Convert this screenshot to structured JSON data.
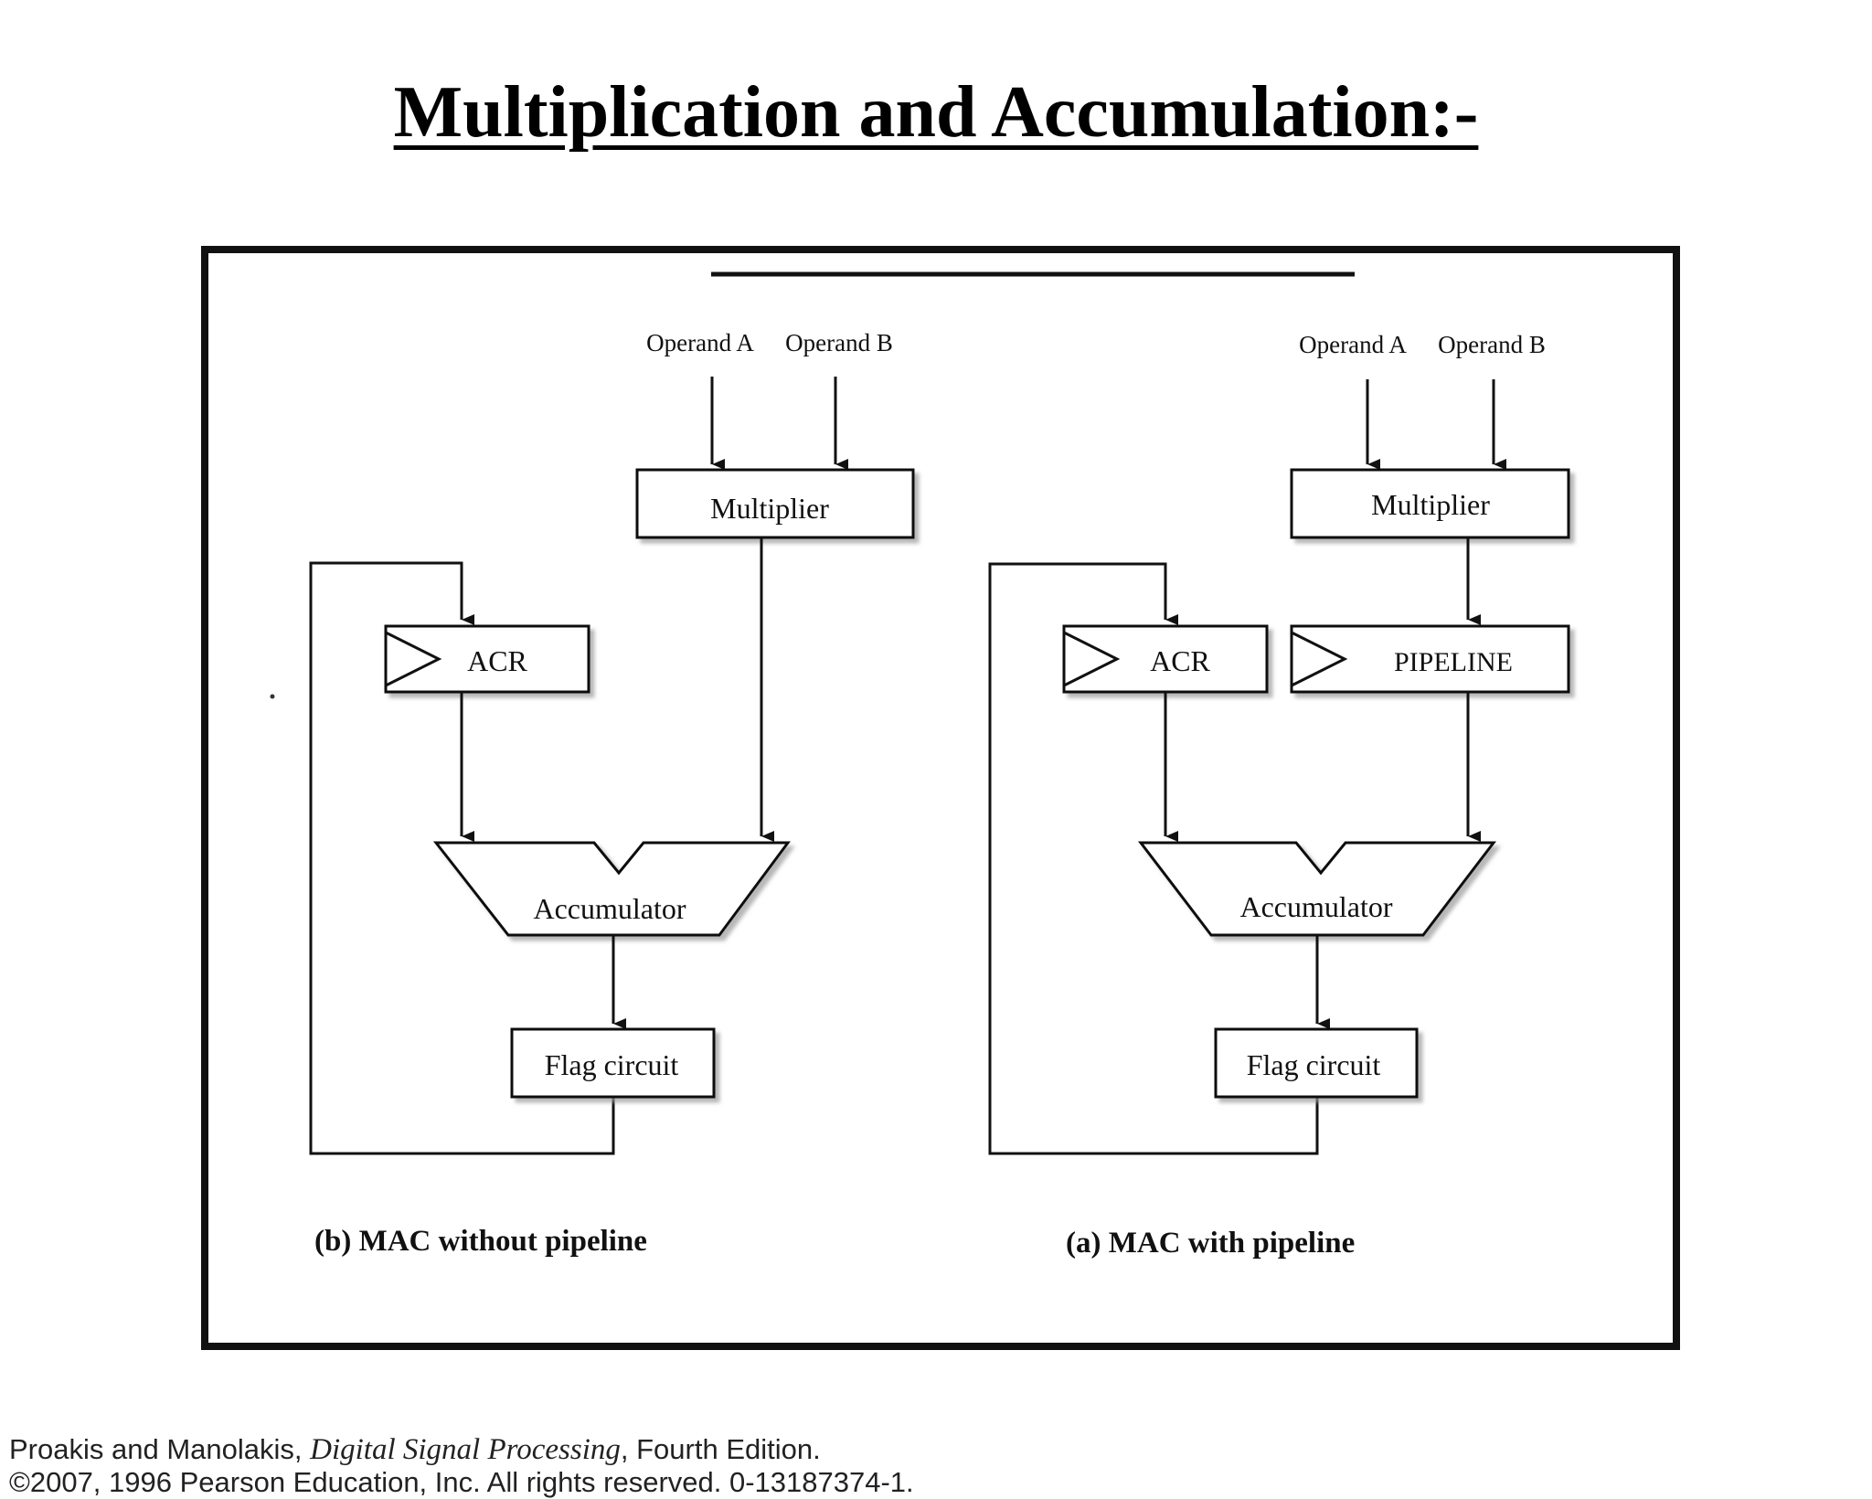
{
  "title": "Multiplication and Accumulation:-",
  "left_diagram": {
    "operand_a": "Operand A",
    "operand_b": "Operand B",
    "multiplier": "Multiplier",
    "acr": "ACR",
    "accumulator": "Accumulator",
    "flag_circuit": "Flag circuit",
    "caption": "(b) MAC without pipeline"
  },
  "right_diagram": {
    "operand_a": "Operand A",
    "operand_b": "Operand B",
    "multiplier": "Multiplier",
    "acr": "ACR",
    "pipeline": "PIPELINE",
    "accumulator": "Accumulator",
    "flag_circuit": "Flag circuit",
    "caption": "(a) MAC with pipeline"
  },
  "footer": {
    "authors": "Proakis and Manolakis,",
    "book": "Digital Signal Processing",
    "edition": ", Fourth Edition.",
    "copyright": "©2007, 1996 Pearson Education, Inc.  All rights reserved.  0-13187374-1."
  }
}
